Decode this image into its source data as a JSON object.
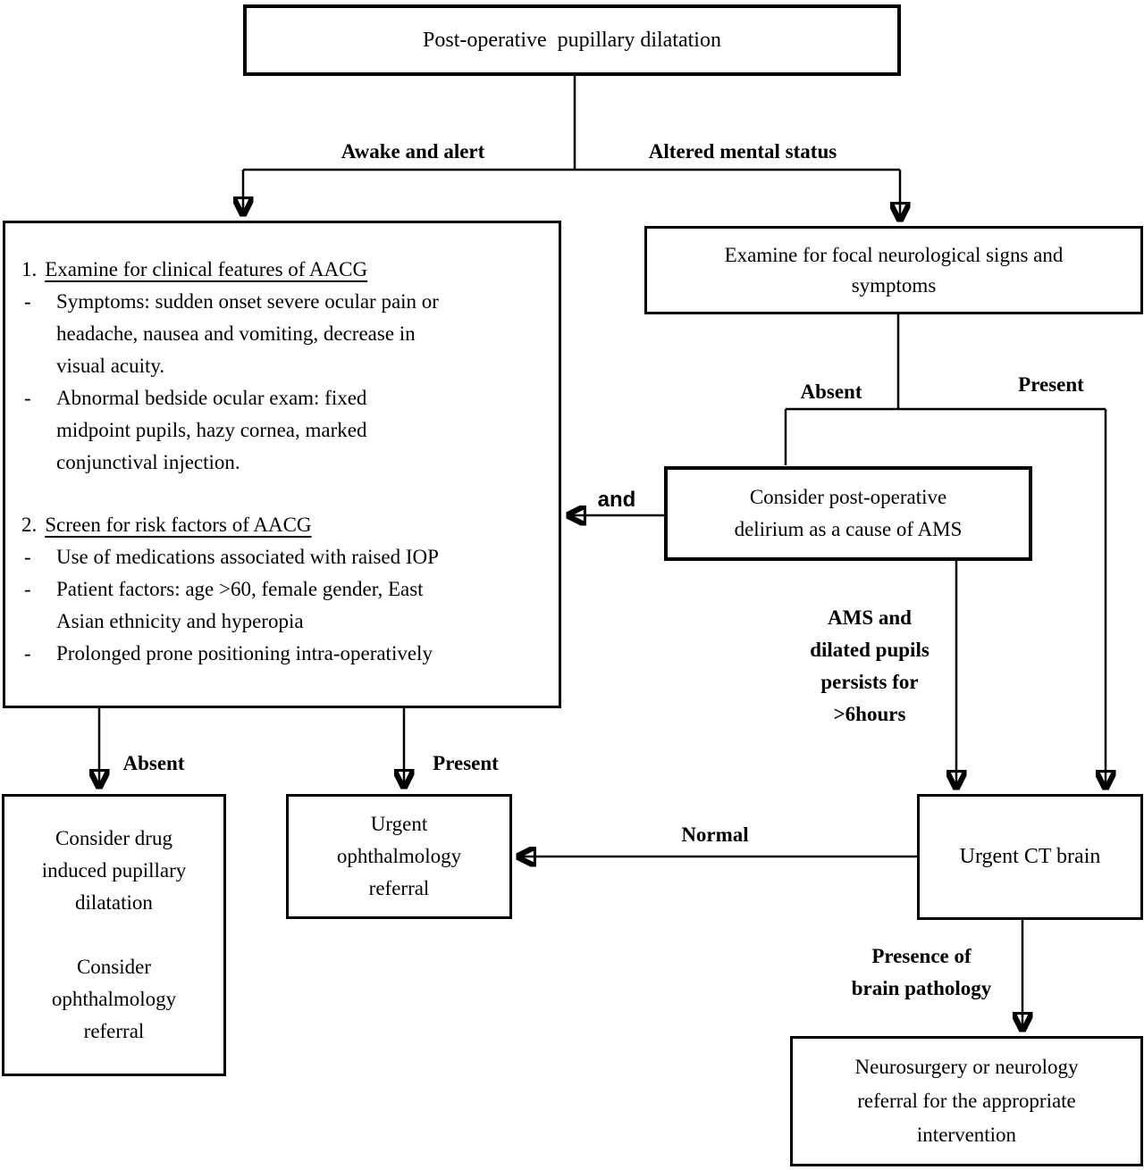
{
  "nodes": {
    "start": {
      "text": "Post-operative  pupillary dilatation"
    },
    "aacg_assessment": {
      "bullet_marker": "-",
      "sections": [
        {
          "number": "1.",
          "heading": "Examine for clinical features of AACG",
          "bullets": [
            "Symptoms: sudden onset severe ocular pain or\nheadache, nausea and vomiting, decrease in\nvisual acuity.",
            "Abnormal bedside ocular exam: fixed\nmidpoint pupils, hazy cornea, marked\nconjunctival injection."
          ]
        },
        {
          "number": "2.",
          "heading": "Screen for risk factors of AACG",
          "bullets": [
            "Use of medications associated with raised IOP",
            "Patient factors: age >60, female gender, East\nAsian ethnicity and hyperopia",
            "Prolonged prone positioning intra-operatively"
          ]
        }
      ]
    },
    "neuro_exam": {
      "text": "Examine for focal neurological signs and\nsymptoms"
    },
    "delirium": {
      "text": "Consider post-operative\ndelirium as a cause of AMS"
    },
    "ct_brain": {
      "text": "Urgent CT brain"
    },
    "urgent_ophthalmology": {
      "text": "Urgent\nophthalmology\nreferral"
    },
    "drug_induced": {
      "text": "Consider drug\ninduced pupillary\ndilatation\n\nConsider\nophthalmology\nreferral"
    },
    "neurosurgery": {
      "text": "Neurosurgery or neurology\nreferral for the appropriate\nintervention"
    }
  },
  "edge_labels": {
    "awake": "Awake and alert",
    "altered": "Altered mental status",
    "absent_neuro": "Absent",
    "present_neuro": "Present",
    "and_connector": "and",
    "ams_persist": "AMS and\ndilated pupils\npersists for\n>6hours",
    "normal": "Normal",
    "presence_pathology": "Presence of\nbrain pathology",
    "absent_aacg": "Absent",
    "present_aacg": "Present"
  },
  "colors": {
    "line": "#000000",
    "background": "#ffffff",
    "text": "#000000"
  }
}
